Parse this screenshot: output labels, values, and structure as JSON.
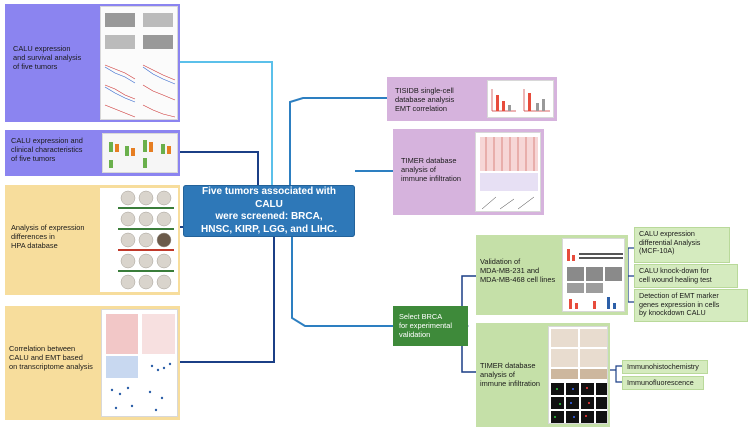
{
  "center": {
    "text": "Five tumors associated with CALU\nwere screened: BRCA,\nHNSC, KIRP, LGG, and LIHC."
  },
  "left_boxes": [
    {
      "id": "calu-expression-survival",
      "label": "CALU expression\nand survival analysis\nof five tumors",
      "color": "#8b84f0"
    },
    {
      "id": "calu-clinical",
      "label": "CALU expression and\nclinical characteristics\nof five tumors",
      "color": "#8b84f0"
    },
    {
      "id": "hpa-differences",
      "label": "Analysis of expression\ndifferences in\nHPA database",
      "color": "#f7dd9c"
    },
    {
      "id": "emt-correlation",
      "label": "Correlation between\nCALU and EMT based\non transcriptome analysis",
      "color": "#f7dd9c"
    }
  ],
  "right_boxes": [
    {
      "id": "tisidb",
      "label": "TISIDB single-cell\ndatabase analysis\nEMT correlation",
      "color": "#d6b3dd"
    },
    {
      "id": "timer-immune",
      "label": "TIMER database\nanalysis of\nimmune infiltration",
      "color": "#d6b3dd"
    }
  ],
  "brca": {
    "select_label": "Select BRCA\nfor experimental\nvalidation",
    "validation_label": "Validation of\nMDA-MB-231 and\nMDA-MB-468 cell lines",
    "timer_label": "TIMER database\nanalysis of\nimmune infiltration",
    "validation_tags": [
      "CALU expression\ndifferential Analysis\n(MCF-10A)",
      "CALU knock-down for\ncell wound healing test",
      "Detection of EMT marker\ngenes expression in cells\nby knockdown CALU"
    ],
    "timer_tags": [
      "Immunohistochemistry",
      "Immunofluorescence"
    ]
  },
  "colors": {
    "line_light_blue": "#5bc0ea",
    "line_mid_blue": "#2d7fc1",
    "line_dark_blue": "#1b3f86",
    "purple_box": "#8b84f0",
    "yellow_box": "#f7dd9c",
    "lilac_box": "#d6b3dd",
    "green_box": "#c5e0a8",
    "dark_green": "#3e8a3a"
  }
}
